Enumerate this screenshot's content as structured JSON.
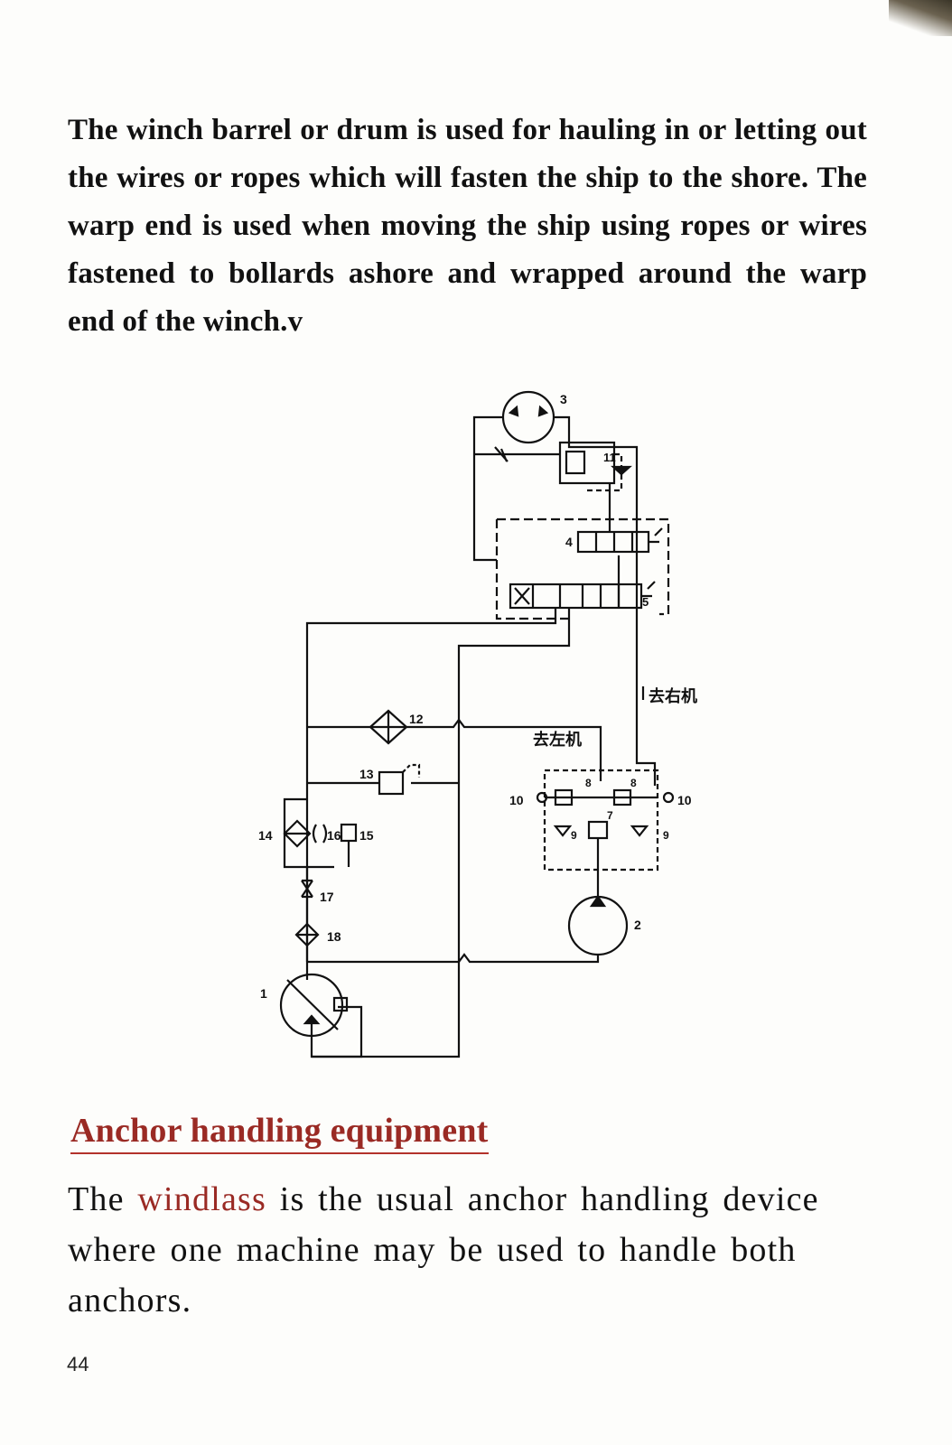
{
  "intro_paragraph": "The winch barrel or drum is used for hauling in or letting out the wires or ropes which will fasten the ship to the shore. The warp end is used when moving the ship using ropes or wires fastened to bollards ashore and wrapped around the warp end of the winch.v",
  "diagram": {
    "labels": {
      "n1": "1",
      "n2": "2",
      "n3": "3",
      "n4": "4",
      "n5": "5",
      "n7": "7",
      "n8a": "8",
      "n8b": "8",
      "n9a": "9",
      "n9b": "9",
      "n10a": "10",
      "n10b": "10",
      "n11": "11",
      "n12": "12",
      "n13": "13",
      "n14": "14",
      "n15": "15",
      "n16": "16",
      "n17": "17",
      "n18": "18"
    },
    "to_right_machine": "去右机",
    "to_left_machine": "去左机"
  },
  "section": {
    "heading": "Anchor handling equipment",
    "body_before": "The ",
    "term": "windlass",
    "body_after": " is the usual anchor handling device where one machine may be used to handle both anchors."
  },
  "page_number": "44",
  "colors": {
    "heading": "#9a2a24",
    "text": "#111111",
    "background": "#fdfdfb"
  }
}
